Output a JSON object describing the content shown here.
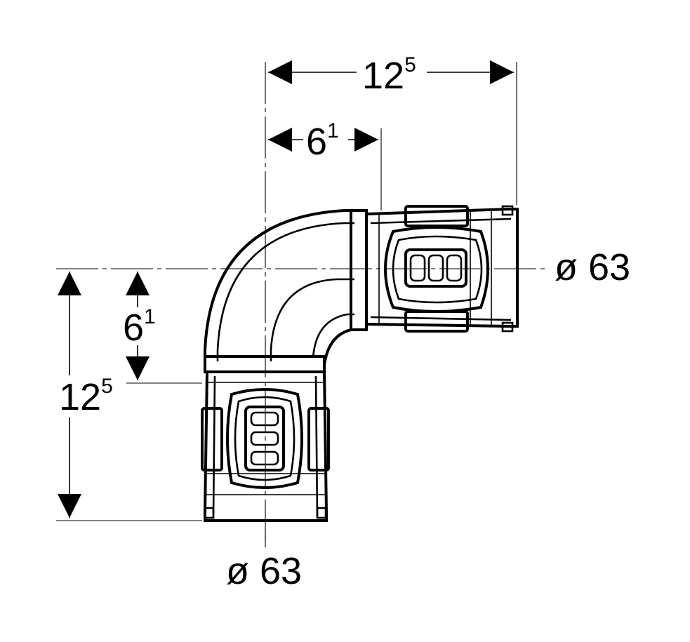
{
  "dimensions": {
    "overall_width": {
      "main": "12",
      "sup": "5"
    },
    "center_width": {
      "main": "6",
      "sup": "1"
    },
    "center_height": {
      "main": "6",
      "sup": "1"
    },
    "overall_height": {
      "main": "12",
      "sup": "5"
    }
  },
  "diameters": {
    "right_outlet": "ø 63",
    "bottom_outlet": "ø 63"
  }
}
